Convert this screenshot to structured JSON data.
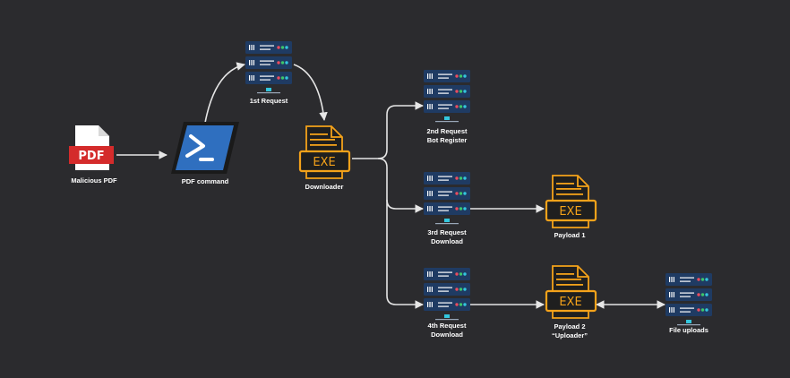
{
  "colors": {
    "background": "#2b2b2e",
    "connector": "#e6e6e6",
    "server_body": "#1f3b63",
    "server_bars": "#ffffff",
    "server_dot_red": "#e94d5f",
    "server_dot_green": "#3ec66a",
    "server_dot_cyan": "#33c7de",
    "pdf_red": "#d42b2b",
    "powershell_blue": "#2f6fbf",
    "exe_accent": "#f4a21a"
  },
  "nodes": {
    "pdf": {
      "icon": "pdf-file-icon",
      "icon_text": "PDF",
      "label": "Malicious PDF"
    },
    "ps": {
      "icon": "powershell-icon",
      "label": "PDF command"
    },
    "server1": {
      "icon": "server-icon",
      "label": "1st Request"
    },
    "downloader": {
      "icon": "exe-file-icon",
      "icon_text": "EXE",
      "label": "Downloader"
    },
    "server2": {
      "icon": "server-icon",
      "label1": "2nd Request",
      "label2": "Bot Register"
    },
    "server3": {
      "icon": "server-icon",
      "label1": "3rd Request",
      "label2": "Download"
    },
    "server4": {
      "icon": "server-icon",
      "label1": "4th Request",
      "label2": "Download"
    },
    "payload1": {
      "icon": "exe-file-icon",
      "icon_text": "EXE",
      "label": "Payload 1"
    },
    "payload2": {
      "icon": "exe-file-icon",
      "icon_text": "EXE",
      "label1": "Payload 2",
      "label2": "“Uploader”"
    },
    "uploads": {
      "icon": "server-icon",
      "label": "File uploads"
    }
  }
}
